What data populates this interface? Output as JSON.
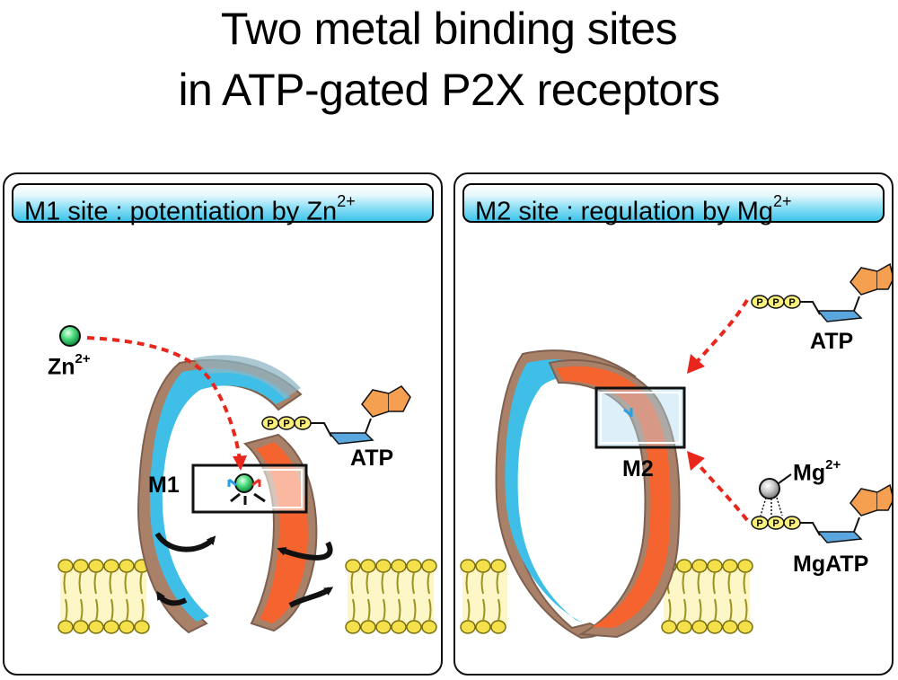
{
  "title": {
    "line1": "Two metal binding sites",
    "line2": "in ATP-gated P2X receptors"
  },
  "left_panel": {
    "header_text": "M1 site : potentiation by Zn",
    "header_sup": "2+",
    "ion_label": "Zn",
    "ion_charge": "2+",
    "site_label": "M1",
    "ligand_label": "ATP",
    "phosphate_glyph": "P"
  },
  "right_panel": {
    "header_text": "M2 site : regulation by Mg",
    "header_sup": "2+",
    "site_label": "M2",
    "ligand_label": "ATP",
    "ion_label": "Mg",
    "ion_charge": "2+",
    "complex_label": "MgATP",
    "phosphate_glyph": "P"
  },
  "colors": {
    "subunit_blue": "#3fbfe8",
    "subunit_orange": "#f5632e",
    "subunit_shadow": "#a98068",
    "zinc_ion": "#2cc96a",
    "magnesium_ion": "#b8b8b8",
    "dashed_arrow": "#e8261c",
    "membrane_head": "#f3e04a",
    "membrane_tail": "#9d9220",
    "banner_accent": "#3fc3ea"
  }
}
